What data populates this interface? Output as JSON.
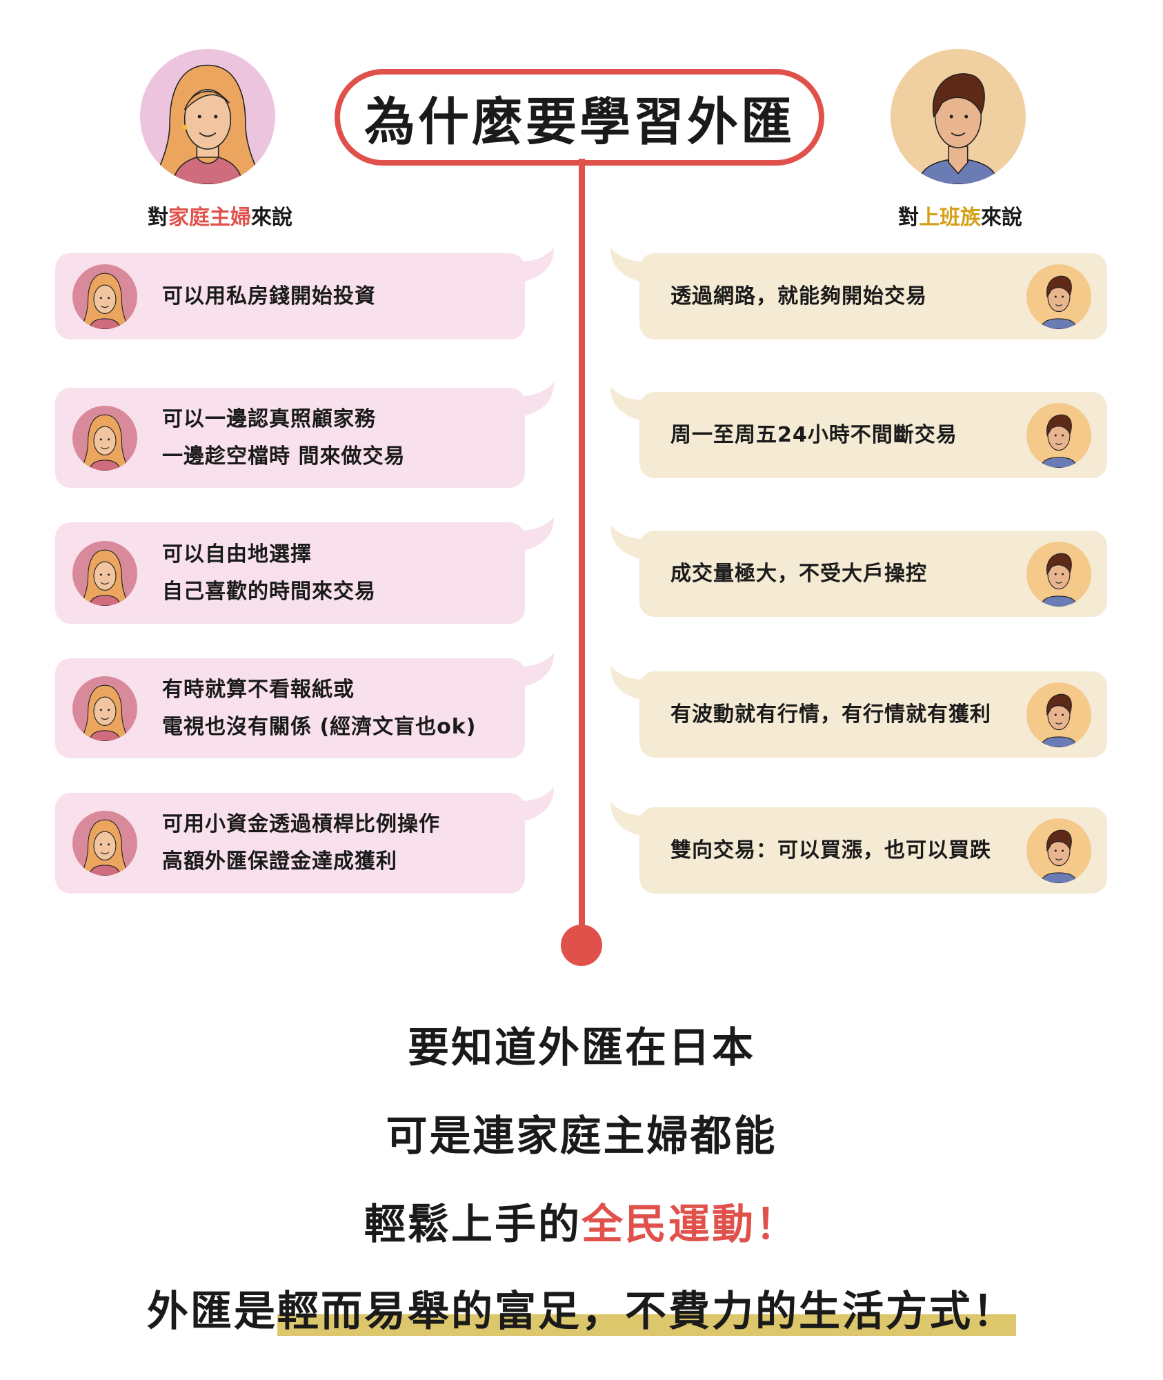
{
  "title": "為什麼要學習外匯",
  "housewife_label": {
    "prefix": "對",
    "highlight": "家庭主婦",
    "suffix": "來說"
  },
  "worker_label": {
    "prefix": "對",
    "highlight": "上班族",
    "suffix": "來說"
  },
  "colors": {
    "accent_red": "#e0514b",
    "accent_gold": "#d4a017",
    "pink_bubble": "#f8e1ec",
    "beige_bubble": "#f5ead4",
    "highlight": "#dcc76d"
  },
  "housewife_points": [
    {
      "lines": [
        "可以用私房錢開始投資"
      ]
    },
    {
      "lines": [
        "可以一邊認真照顧家務",
        "一邊趁空檔時 間來做交易"
      ]
    },
    {
      "lines": [
        "可以自由地選擇",
        "自己喜歡的時間來交易"
      ]
    },
    {
      "lines": [
        "有時就算不看報紙或",
        "電視也沒有關係 (經濟文盲也ok)"
      ]
    },
    {
      "lines": [
        "可用小資金透過槓桿比例操作",
        "高額外匯保證金達成獲利"
      ]
    }
  ],
  "worker_points": [
    {
      "lines": [
        "透過網路，就能夠開始交易"
      ]
    },
    {
      "lines": [
        "周一至周五24小時不間斷交易"
      ]
    },
    {
      "lines": [
        "成交量極大，不受大戶操控"
      ]
    },
    {
      "lines": [
        "有波動就有行情，有行情就有獲利"
      ]
    },
    {
      "lines": [
        "雙向交易：可以買漲，也可以買跌"
      ]
    }
  ],
  "closing": {
    "line1": "要知道外匯在日本",
    "line2": "可是連家庭主婦都能",
    "line3_plain": "輕鬆上手的",
    "line3_red": "全民運動！",
    "line4_plain": "外匯是",
    "line4_highlight": "輕而易舉的富足，不費力的生活方式！"
  }
}
